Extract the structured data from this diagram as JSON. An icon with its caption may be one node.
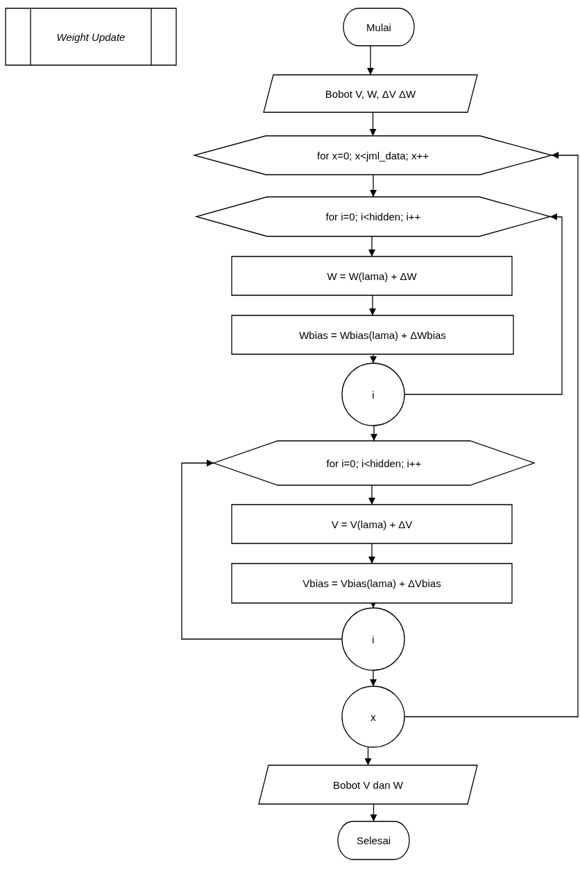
{
  "diagram": {
    "nodes": [
      {
        "text": [
          "Weight Update"
        ]
      },
      {
        "text": [
          "Mulai"
        ]
      },
      {
        "text": [
          "Bobot V, W, ΔV ΔW"
        ]
      },
      {
        "text": [
          "for x=0; x<jml_data; x++"
        ]
      },
      {
        "text": [
          "for i=0; i<hidden; i++"
        ]
      },
      {
        "text": [
          "W = W(lama) + ΔW"
        ]
      },
      {
        "text": [
          "Wbias = Wbias(lama) + ΔWbias"
        ]
      },
      {
        "text": [
          "i"
        ]
      },
      {
        "text": [
          "for i=0; i<hidden; i++"
        ]
      },
      {
        "text": [
          "V = V(lama) + ΔV"
        ]
      },
      {
        "text": [
          "Vbias = Vbias(lama) + ΔVbias"
        ]
      },
      {
        "text": [
          "i"
        ]
      },
      {
        "text": [
          "x"
        ]
      },
      {
        "text": [
          "Bobot V dan W"
        ]
      },
      {
        "text": [
          "Selesai"
        ]
      }
    ],
    "edges": [
      {
        "from": 1,
        "to": 2,
        "arrow": "to"
      },
      {
        "from": 2,
        "to": 3,
        "arrow": "to"
      },
      {
        "from": 3,
        "to": 4,
        "arrow": "to"
      },
      {
        "from": 4,
        "to": 5,
        "arrow": "to"
      },
      {
        "from": 5,
        "to": 6,
        "arrow": "to"
      },
      {
        "from": 6,
        "to": 7,
        "arrow": "to"
      },
      {
        "from": 7,
        "to": 8,
        "arrow": "to"
      },
      {
        "from": 8,
        "to": 9,
        "arrow": "to"
      },
      {
        "from": 9,
        "to": 10,
        "arrow": "to"
      },
      {
        "from": 10,
        "to": 11,
        "arrow": "to"
      },
      {
        "from": 11,
        "to": 12,
        "arrow": "to"
      },
      {
        "from": 12,
        "to": 13,
        "arrow": "to"
      },
      {
        "from": 13,
        "to": 14,
        "arrow": "to"
      },
      {
        "from": 7,
        "to": 4,
        "arrow": "to"
      },
      {
        "from": 11,
        "to": 8,
        "arrow": "to"
      },
      {
        "from": 12,
        "to": 3,
        "arrow": "to"
      }
    ]
  }
}
